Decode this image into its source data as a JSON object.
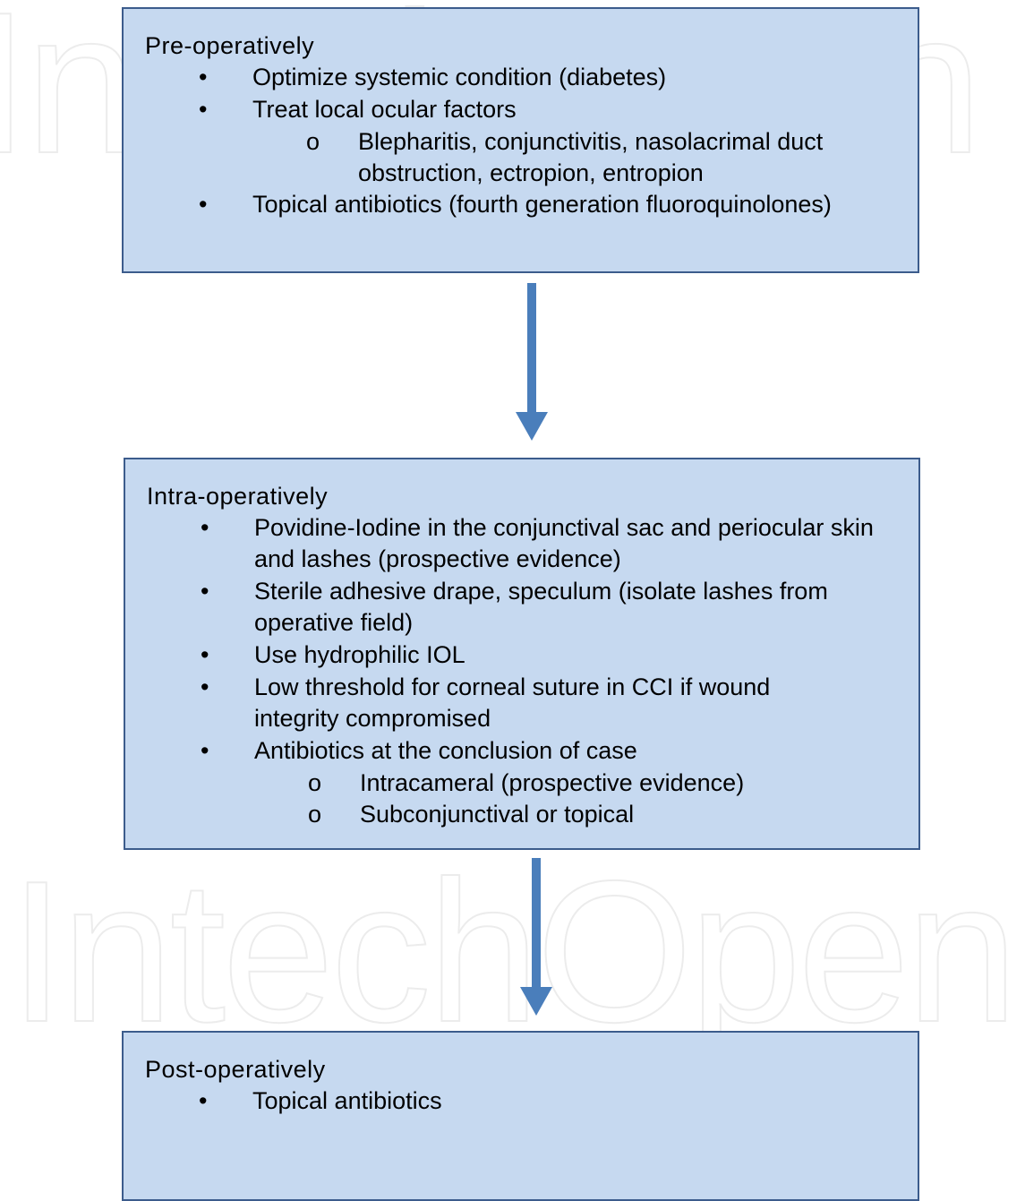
{
  "watermark": "IntechOpen",
  "colors": {
    "box_fill": "#c6d9f0",
    "box_border": "#3c5c8c",
    "arrow": "#4a7ebb"
  },
  "stages": [
    {
      "title": "Pre-operatively",
      "items": [
        {
          "text": "Optimize systemic condition (diabetes)"
        },
        {
          "text": "Treat local ocular factors",
          "subitems": [
            {
              "text": "Blepharitis, conjunctivitis, nasolacrimal duct obstruction, ectropion, entropion"
            }
          ]
        },
        {
          "text": "Topical antibiotics (fourth generation fluoroquinolones)"
        }
      ]
    },
    {
      "title": "Intra-operatively",
      "items": [
        {
          "text": "Povidine-Iodine in the conjunctival sac and periocular skin and lashes (prospective evidence)"
        },
        {
          "text": "Sterile adhesive drape, speculum (isolate lashes from operative field)"
        },
        {
          "text": "Use hydrophilic IOL"
        },
        {
          "text": "Low threshold for corneal suture in CCI if wound integrity compromised"
        },
        {
          "text": "Antibiotics at the conclusion of case",
          "subitems": [
            {
              "text": "Intracameral (prospective evidence)"
            },
            {
              "text": "Subconjunctival or topical"
            }
          ]
        }
      ]
    },
    {
      "title": "Post-operatively",
      "items": [
        {
          "text": "Topical antibiotics"
        }
      ]
    }
  ],
  "bullets": {
    "level1": "•",
    "level2": "o"
  }
}
